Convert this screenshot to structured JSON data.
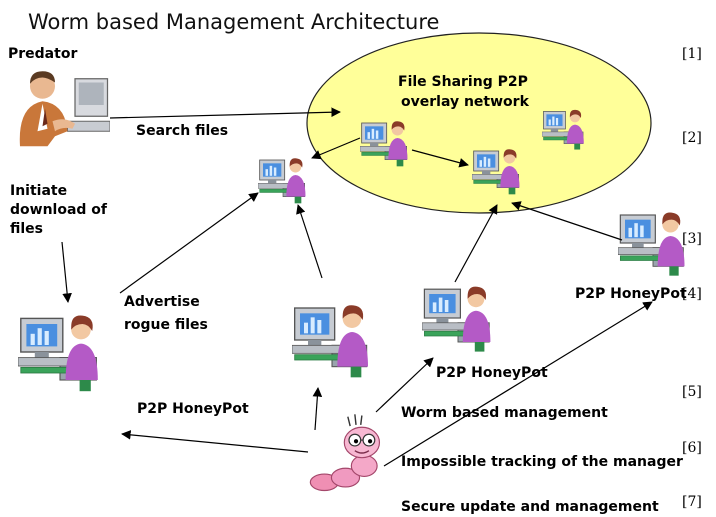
{
  "title": "Worm  based Management Architecture",
  "network": {
    "label_line1": "File Sharing P2P",
    "label_line2": "overlay network",
    "fill": "#ffff99"
  },
  "labels": {
    "predator": "Predator",
    "search_files": "Search files",
    "initiate_1": "Initiate",
    "initiate_2": "download of",
    "initiate_3": "files",
    "advertise_1": "Advertise",
    "advertise_2": "rogue files",
    "honeypot_left": "P2P HoneyPot",
    "honeypot_mid": "P2P HoneyPot",
    "honeypot_right": "P2P HoneyPot"
  },
  "notes": [
    "Worm based management",
    "Impossible tracking of the manager",
    "Secure update and management"
  ],
  "refs": [
    "[1]",
    "[2]",
    "[3]",
    "[4]",
    "[5]",
    "[6]",
    "[7]"
  ],
  "icons": {
    "predator": "predator-person-icon",
    "computer": "computer-user-icon",
    "worm": "worm-icon"
  }
}
